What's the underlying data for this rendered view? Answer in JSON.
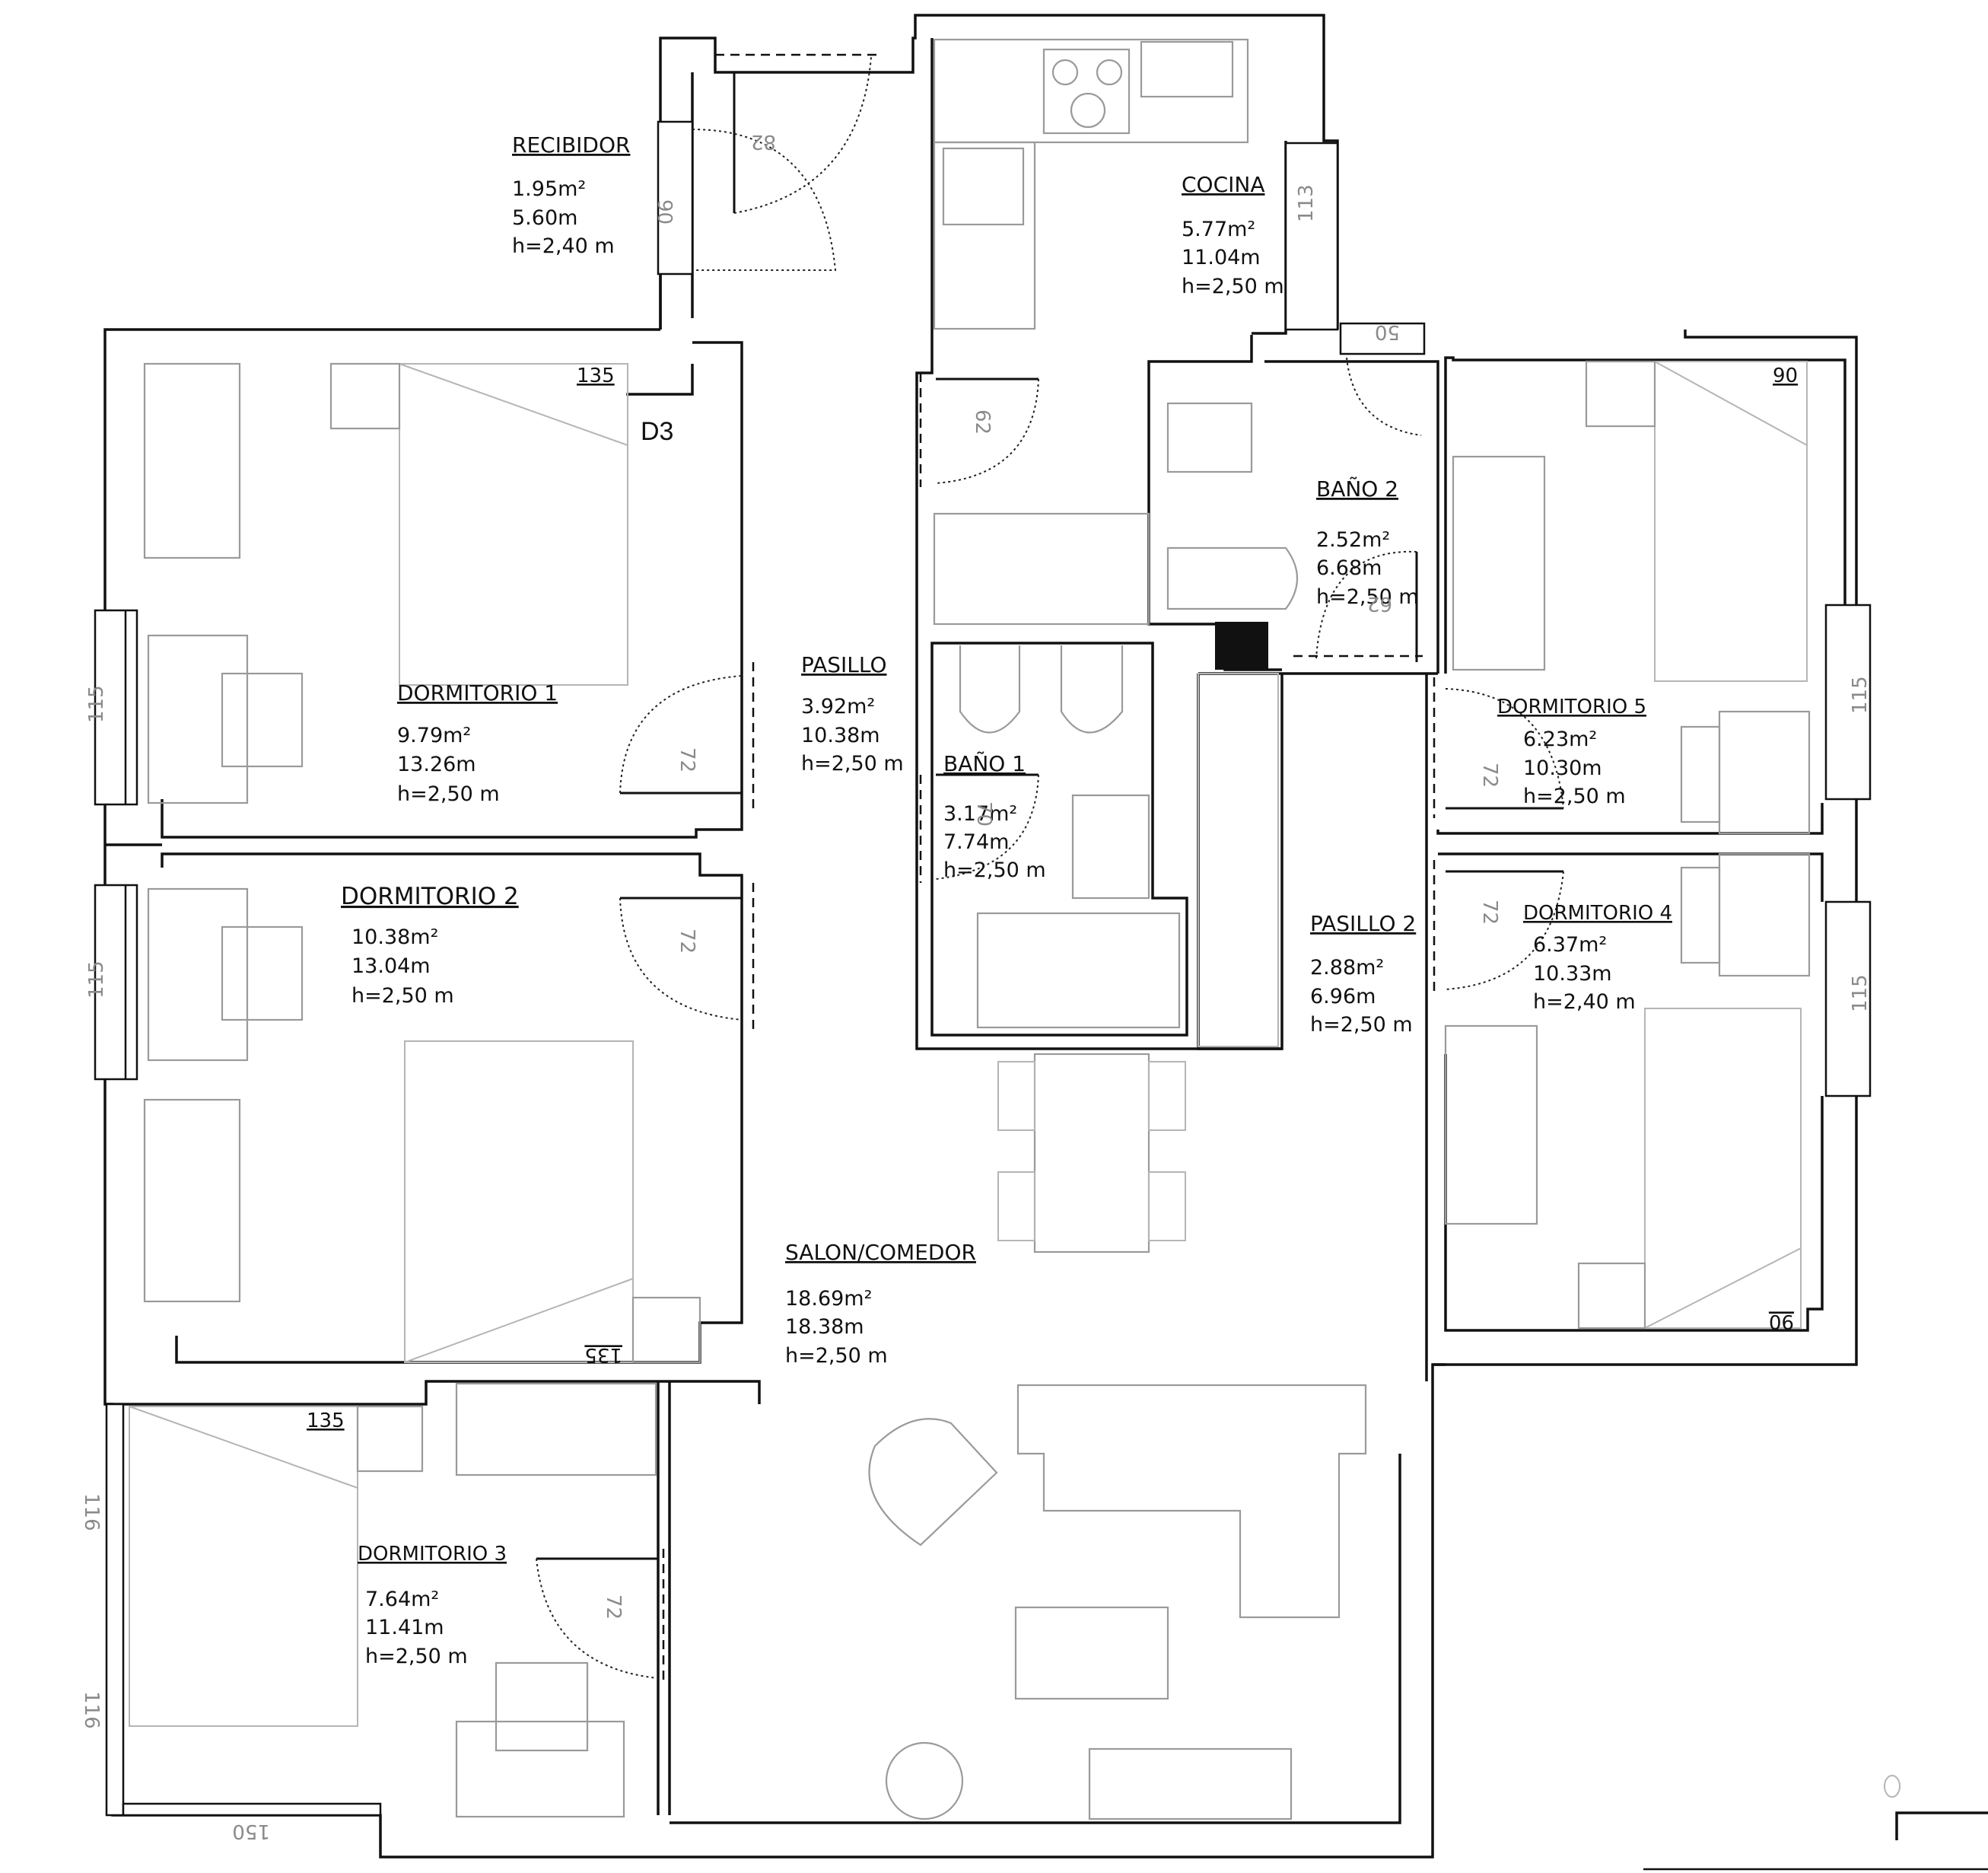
{
  "plan": {
    "tag": "D3",
    "rooms": {
      "recibidor": {
        "name": "RECIBIDOR",
        "area": "1.95m²",
        "perimeter": "5.60m",
        "height": "h=2,40 m"
      },
      "cocina": {
        "name": "COCINA",
        "area": "5.77m²",
        "perimeter": "11.04m",
        "height": "h=2,50 m"
      },
      "bano2": {
        "name": "BAÑO 2",
        "area": "2.52m²",
        "perimeter": "6.68m",
        "height": "h=2,50 m"
      },
      "pasillo": {
        "name": "PASILLO",
        "area": "3.92m²",
        "perimeter": "10.38m",
        "height": "h=2,50 m"
      },
      "bano1": {
        "name": "BAÑO 1",
        "area": "3.17m²",
        "perimeter": "7.74m",
        "height": "h=2,50 m"
      },
      "dormitorio1": {
        "name": "DORMITORIO 1",
        "area": "9.79m²",
        "perimeter": "13.26m",
        "height": "h=2,50 m"
      },
      "dormitorio2": {
        "name": "DORMITORIO 2",
        "area": "10.38m²",
        "perimeter": "13.04m",
        "height": "h=2,50 m"
      },
      "dormitorio3": {
        "name": "DORMITORIO 3",
        "area": "7.64m²",
        "perimeter": "11.41m",
        "height": "h=2,50 m"
      },
      "dormitorio4": {
        "name": "DORMITORIO 4",
        "area": "6.37m²",
        "perimeter": "10.33m",
        "height": "h=2,40 m"
      },
      "dormitorio5": {
        "name": "DORMITORIO 5",
        "area": "6.23m²",
        "perimeter": "10.30m",
        "height": "h=2,50 m"
      },
      "pasillo2": {
        "name": "PASILLO 2",
        "area": "2.88m²",
        "perimeter": "6.96m",
        "height": "h=2,50 m"
      },
      "salon": {
        "name": "SALON/COMEDOR",
        "area": "18.69m²",
        "perimeter": "18.38m",
        "height": "h=2,50 m"
      }
    },
    "dims": {
      "recibidor_door": "82",
      "recibidor_win": "90",
      "cocina_win": "113",
      "cocina_door": "62",
      "bano2_top": "50",
      "bano2_door": "62",
      "bano1_door": "70",
      "pasillo_d1": "72",
      "pasillo_d2": "72",
      "d1_bed": "135",
      "d1_win": "115",
      "d2_win": "115",
      "d2_bed": "135",
      "d3_bed": "135",
      "d3_win1": "116",
      "d3_win2": "116",
      "d3_win_bottom": "150",
      "d3_door": "72",
      "d5_bed": "90",
      "d5_win": "115",
      "d5_door": "72",
      "d4_door": "72",
      "d4_win": "115",
      "d4_bed": "90"
    }
  }
}
